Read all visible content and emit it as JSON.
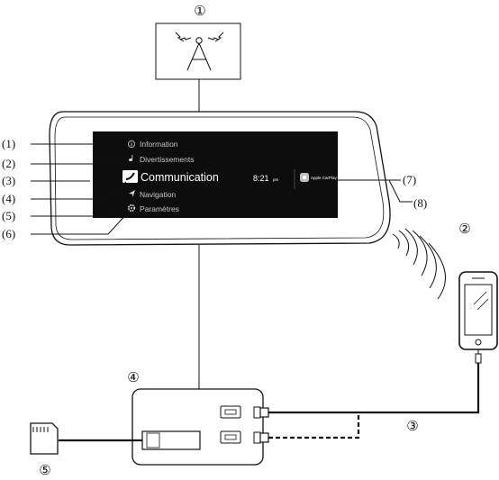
{
  "callouts": {
    "antenna": "①",
    "phone": "②",
    "cable": "③",
    "hub": "④",
    "sd_card": "⑤"
  },
  "screen_labels": [
    "(1)",
    "(2)",
    "(3)",
    "(4)",
    "(5)",
    "(6)",
    "(7)",
    "(8)"
  ],
  "screen": {
    "menu_items": [
      "Information",
      "Divertissements",
      "Communication",
      "Navigation",
      "Paramètres"
    ],
    "clock_time": "8:21",
    "clock_ampm": "pm",
    "carplay_label": "Apple CarPlay"
  },
  "icons": [
    "antenna-icon",
    "info-icon",
    "music-note-icon",
    "phone-handset-icon",
    "navigation-arrow-icon",
    "gear-icon",
    "carplay-icon",
    "smartphone-icon",
    "sd-card-icon",
    "usb-plug-icon"
  ],
  "colors": {
    "screen_bg": "#0d0d0d",
    "line": "#111111",
    "background": "#ffffff"
  }
}
